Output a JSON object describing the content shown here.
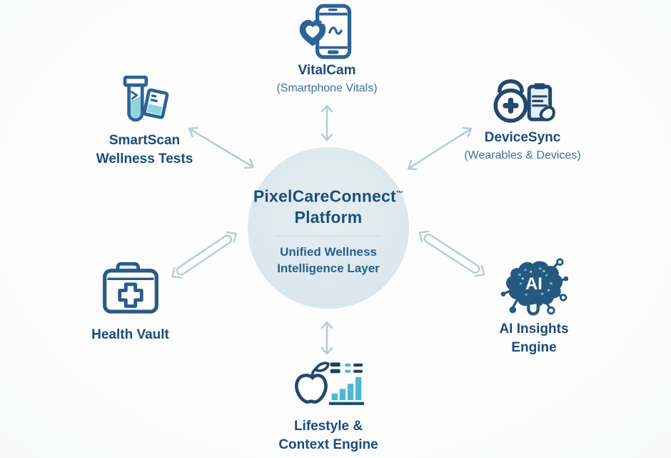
{
  "center": {
    "title": "PixelCareConnect",
    "trademark": "™",
    "title_line2": "Platform",
    "subtitle_line1": "Unified Wellness",
    "subtitle_line2": "Intelligence Layer"
  },
  "nodes": {
    "vitalcam": {
      "label": "VitalCam",
      "sublabel": "(Smartphone Vitals)",
      "icon": "smartphone-heart-vitals-icon"
    },
    "devicesync": {
      "label": "DeviceSync",
      "sublabel": "(Wearables & Devices)",
      "icon": "smartwatch-clipboard-icon"
    },
    "smartscan": {
      "label_line1": "SmartScan",
      "label_line2": "Wellness Tests",
      "icon": "test-tube-cassette-icon"
    },
    "healthvault": {
      "label": "Health Vault",
      "icon": "medical-folder-icon"
    },
    "ai_insights": {
      "label_line1": "AI Insights",
      "label_line2": "Engine",
      "icon": "ai-brain-icon",
      "icon_text": "AI"
    },
    "lifestyle": {
      "label_line1": "Lifestyle &",
      "label_line2": "Context Engine",
      "icon": "apple-bar-chart-icon"
    }
  },
  "colors": {
    "icon_primary": "#2e6395",
    "icon_dark": "#24486e",
    "teal_bar": "#4cb9d2",
    "teal_fill": "#90d3db",
    "label_text": "#1c4b7a",
    "sublabel_text": "#3c6ea6",
    "arrow": "#b7cbd9",
    "circle_fill": "#dce8ed"
  }
}
